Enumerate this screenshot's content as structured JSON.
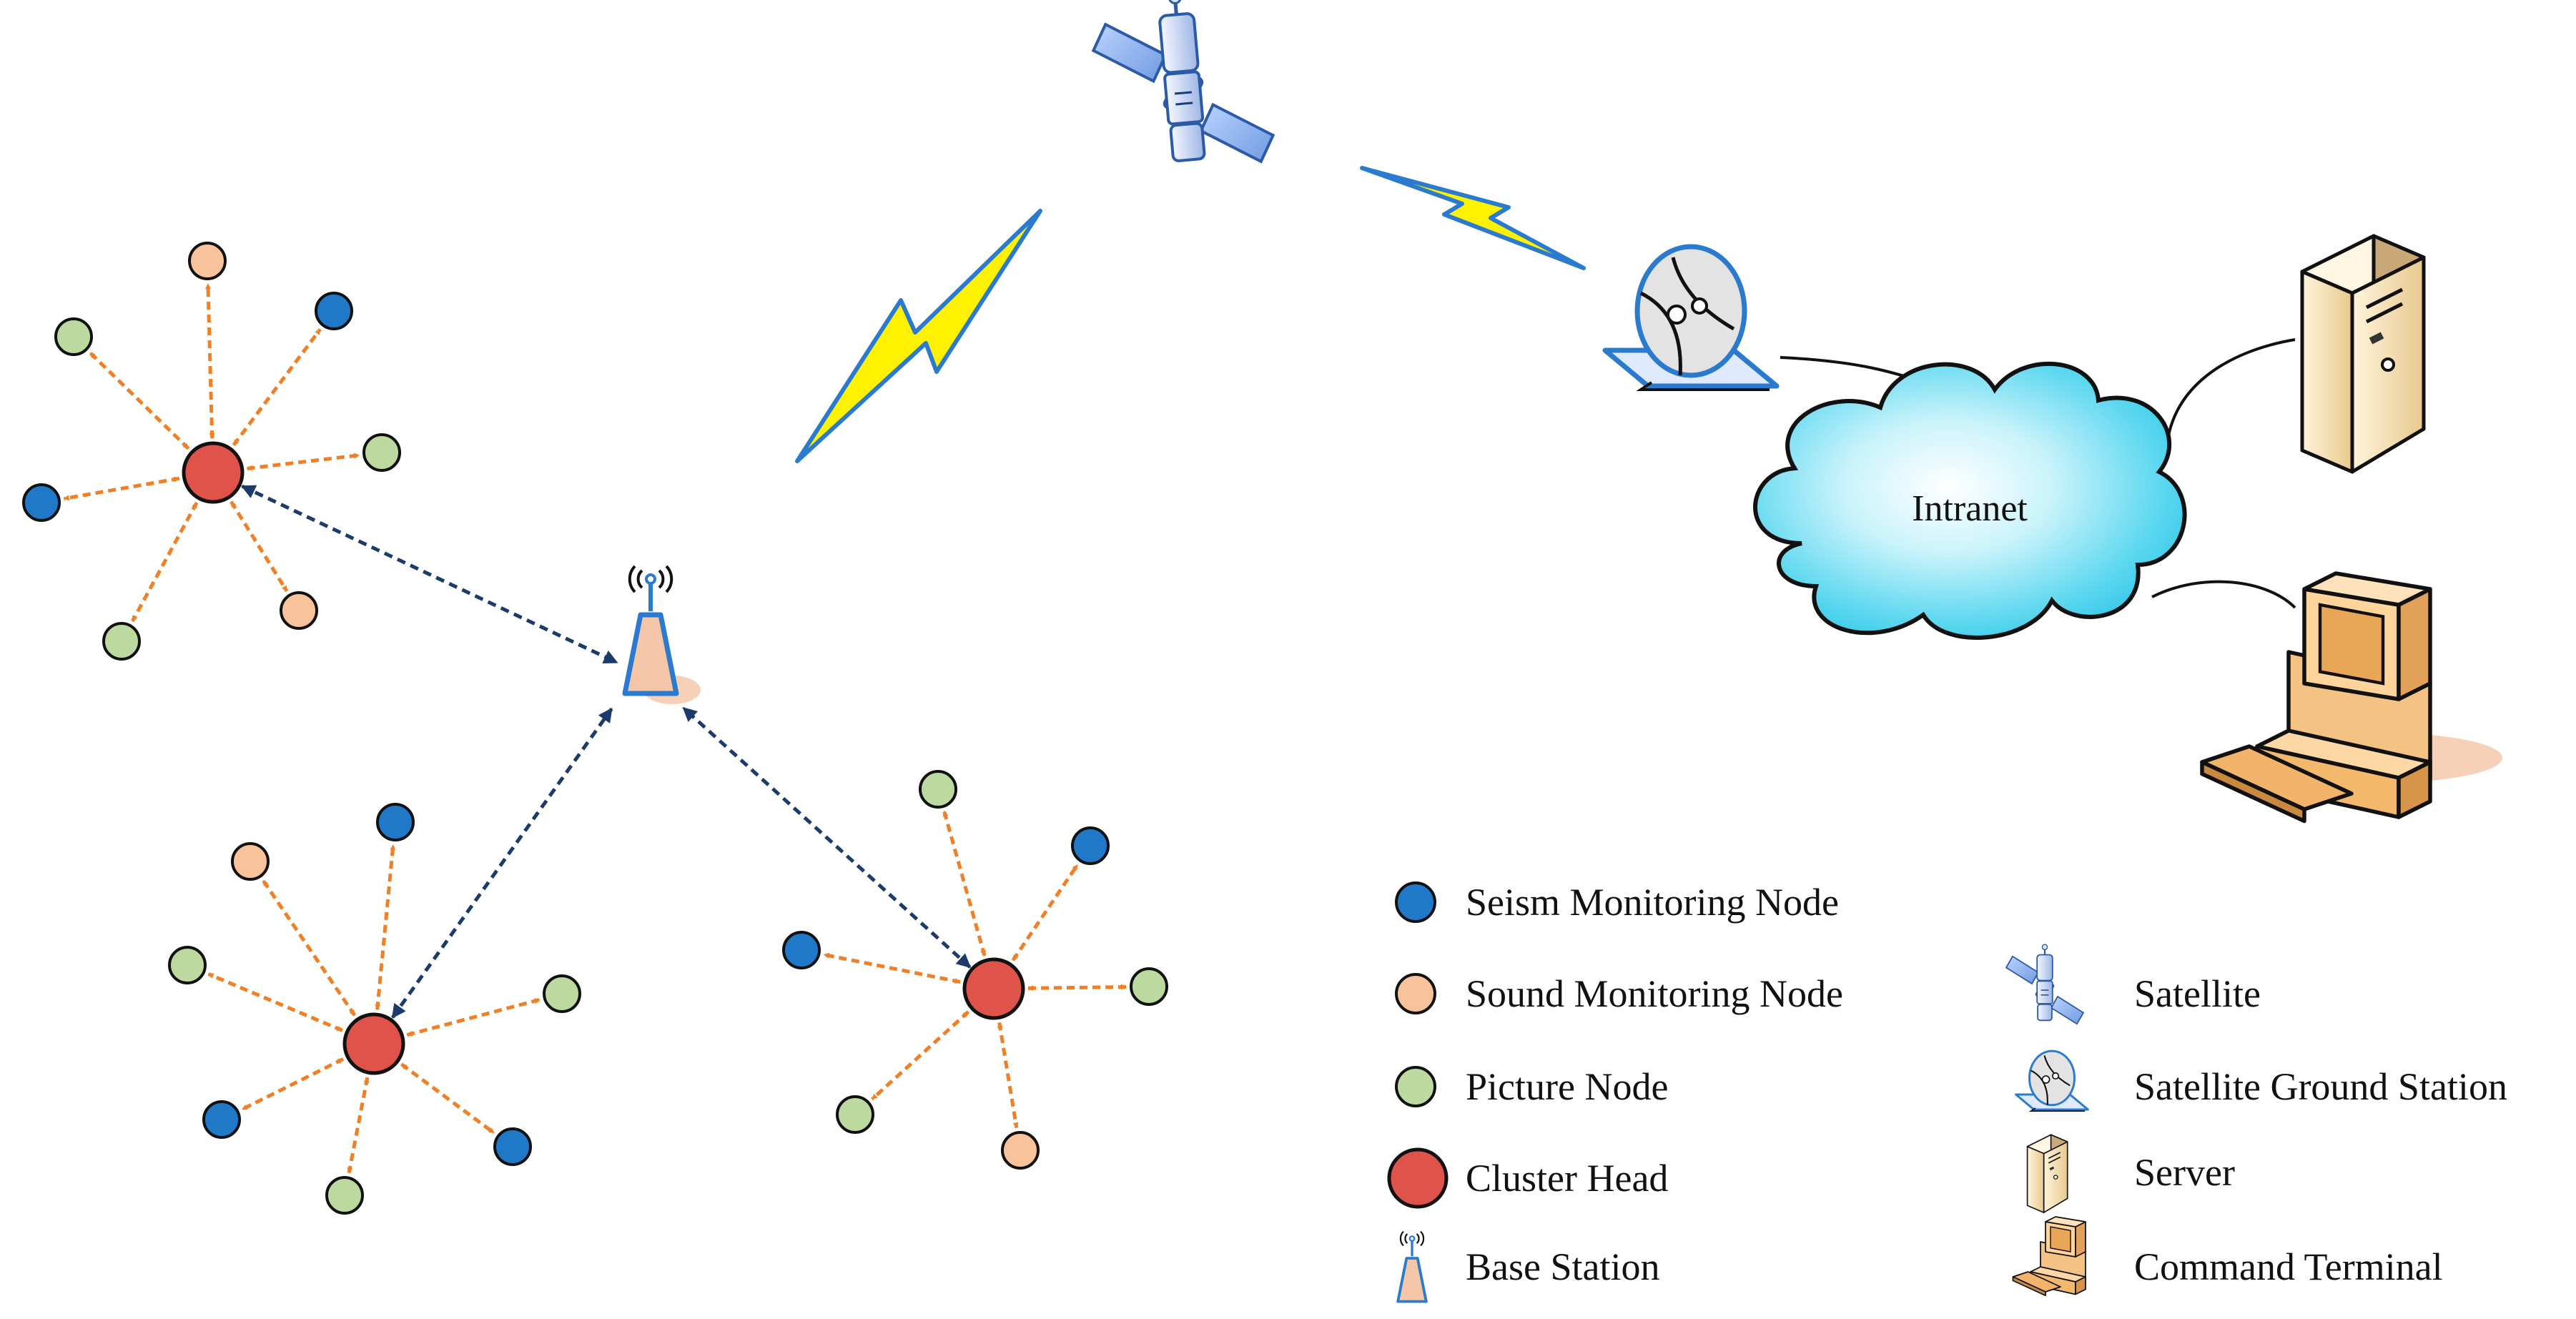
{
  "cloud": {
    "label": "Intranet"
  },
  "legend": {
    "left": [
      {
        "icon": "seism-node-icon",
        "label": "Seism Monitoring Node",
        "color": "#1f78c8"
      },
      {
        "icon": "sound-node-icon",
        "label": "Sound Monitoring Node",
        "color": "#f8c39a"
      },
      {
        "icon": "picture-node-icon",
        "label": "Picture Node",
        "color": "#bcd9a0"
      },
      {
        "icon": "cluster-head-icon",
        "label": "Cluster Head",
        "color": "#e0534a"
      },
      {
        "icon": "base-station-icon",
        "label": "Base Station"
      }
    ],
    "right": [
      {
        "icon": "satellite-icon",
        "label": "Satellite"
      },
      {
        "icon": "satellite-ground-station-icon",
        "label": "Satellite Ground Station"
      },
      {
        "icon": "server-icon",
        "label": "Server"
      },
      {
        "icon": "command-terminal-icon",
        "label": "Command Terminal"
      }
    ]
  },
  "colors": {
    "seism": "#1f78c8",
    "sound": "#f8c39a",
    "picture": "#bcd9a0",
    "cluster_head": "#e0534a",
    "cluster_link": "#f07f25",
    "base_link": "#1b3b6b",
    "lightning": "#fff200",
    "lightning_edge": "#2a7bd0",
    "cloud": "#27c6e8"
  }
}
